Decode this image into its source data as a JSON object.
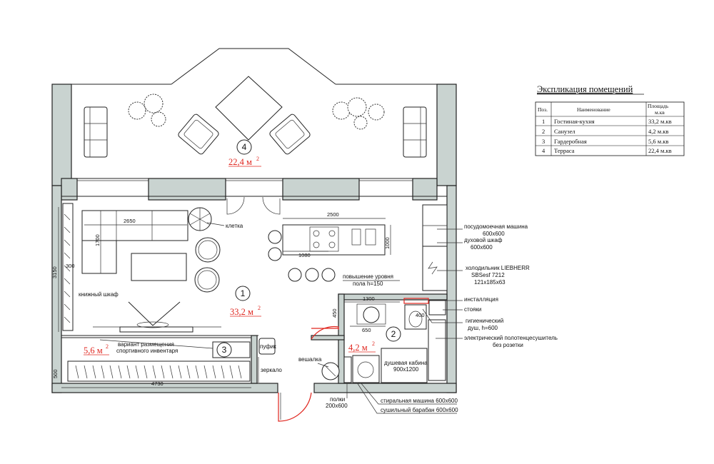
{
  "legend": {
    "title": "Экспликация помещений",
    "headers": {
      "num": "Поз.",
      "name": "Наименование",
      "area_line1": "Площадь",
      "area_line2": "м.кв"
    },
    "rows": [
      {
        "num": "1",
        "name": "Гостиная-кухня",
        "area": "33,2 м.кв"
      },
      {
        "num": "2",
        "name": "Санузел",
        "area": "4,2 м.кв"
      },
      {
        "num": "3",
        "name": "Гардеробная",
        "area": "5,6 м.кв"
      },
      {
        "num": "4",
        "name": "Терраса",
        "area": "22,4 м.кв"
      }
    ]
  },
  "rooms": [
    {
      "num": "1",
      "area": "33,2 м",
      "sup": "2"
    },
    {
      "num": "2",
      "area": "4,2 м",
      "sup": "2"
    },
    {
      "num": "3",
      "area": "5,6 м",
      "sup": "2"
    },
    {
      "num": "4",
      "area": "22,4 м",
      "sup": "2"
    }
  ],
  "labels": {
    "cage": "клетка",
    "bookcase": "книжный шкаф",
    "level_1": "повышение уровня",
    "level_2": "пола h=150",
    "sport_1": "вариант размещения",
    "sport_2": "спортивного инвентаря",
    "pouf": "пуфик",
    "mirror": "зеркало",
    "hanger": "вешалка",
    "shelves_1": "полки",
    "shelves_2": "200х600",
    "washer": "стиральная машина 600х600",
    "dryer": "сушильный барабан 600х600",
    "shower_1": "душевая кабина",
    "shower_2": "900х1200",
    "dishwasher_1": "посудомоечная машина",
    "dishwasher_2": "600х600",
    "oven_1": "духовой шкаф",
    "oven_2": "600х600",
    "fridge_1": "холодильник LIEBHERR",
    "fridge_2": "SBSesf 7212",
    "fridge_3": "121х185х63",
    "install": "инсталляция",
    "risers": "стояки",
    "hyg_1": "гигиенический",
    "hyg_2": "душ, h=600",
    "towel_1": "электрический полотенцесушитель",
    "towel_2": "без розетки"
  },
  "dims": {
    "d2650": "2650",
    "d1700": "1700",
    "d300": "300",
    "d3150": "3150",
    "d2500": "2500",
    "d1080": "1080",
    "d1000": "1000",
    "d1300": "1300",
    "d450": "450",
    "d650": "650",
    "d400": "400",
    "d500": "500",
    "d4730": "4730"
  },
  "colors": {
    "wall_fill": "#c9d3d0",
    "area_red": "#e0261f",
    "line": "#222222"
  }
}
